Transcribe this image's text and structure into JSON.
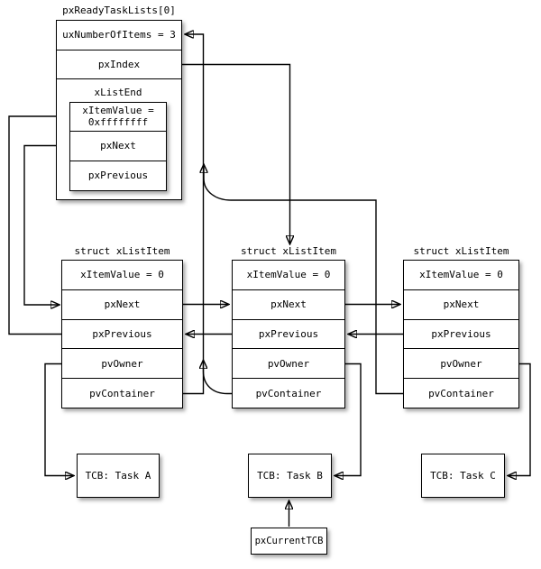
{
  "colors": {
    "line": "#000000",
    "box_border": "#000000",
    "box_fill": "#ffffff",
    "background": "#ffffff"
  },
  "ready_list": {
    "title": "pxReadyTaskLists[0]",
    "row_items": "uxNumberOfItems = 3",
    "row_index": "pxIndex",
    "list_end": {
      "title": "xListEnd",
      "row_value_line1": "xItemValue =",
      "row_value_line2": "0xffffffff",
      "row_next": "pxNext",
      "row_prev": "pxPrevious"
    }
  },
  "items": [
    {
      "title": "struct xListItem",
      "row_value": "xItemValue = 0",
      "row_next": "pxNext",
      "row_prev": "pxPrevious",
      "row_owner": "pvOwner",
      "row_container": "pvContainer"
    },
    {
      "title": "struct xListItem",
      "row_value": "xItemValue = 0",
      "row_next": "pxNext",
      "row_prev": "pxPrevious",
      "row_owner": "pvOwner",
      "row_container": "pvContainer"
    },
    {
      "title": "struct xListItem",
      "row_value": "xItemValue = 0",
      "row_next": "pxNext",
      "row_prev": "pxPrevious",
      "row_owner": "pvOwner",
      "row_container": "pvContainer"
    }
  ],
  "tcbs": [
    {
      "label": "TCB: Task A"
    },
    {
      "label": "TCB: Task B"
    },
    {
      "label": "TCB: Task C"
    }
  ],
  "current_tcb_label": "pxCurrentTCB"
}
